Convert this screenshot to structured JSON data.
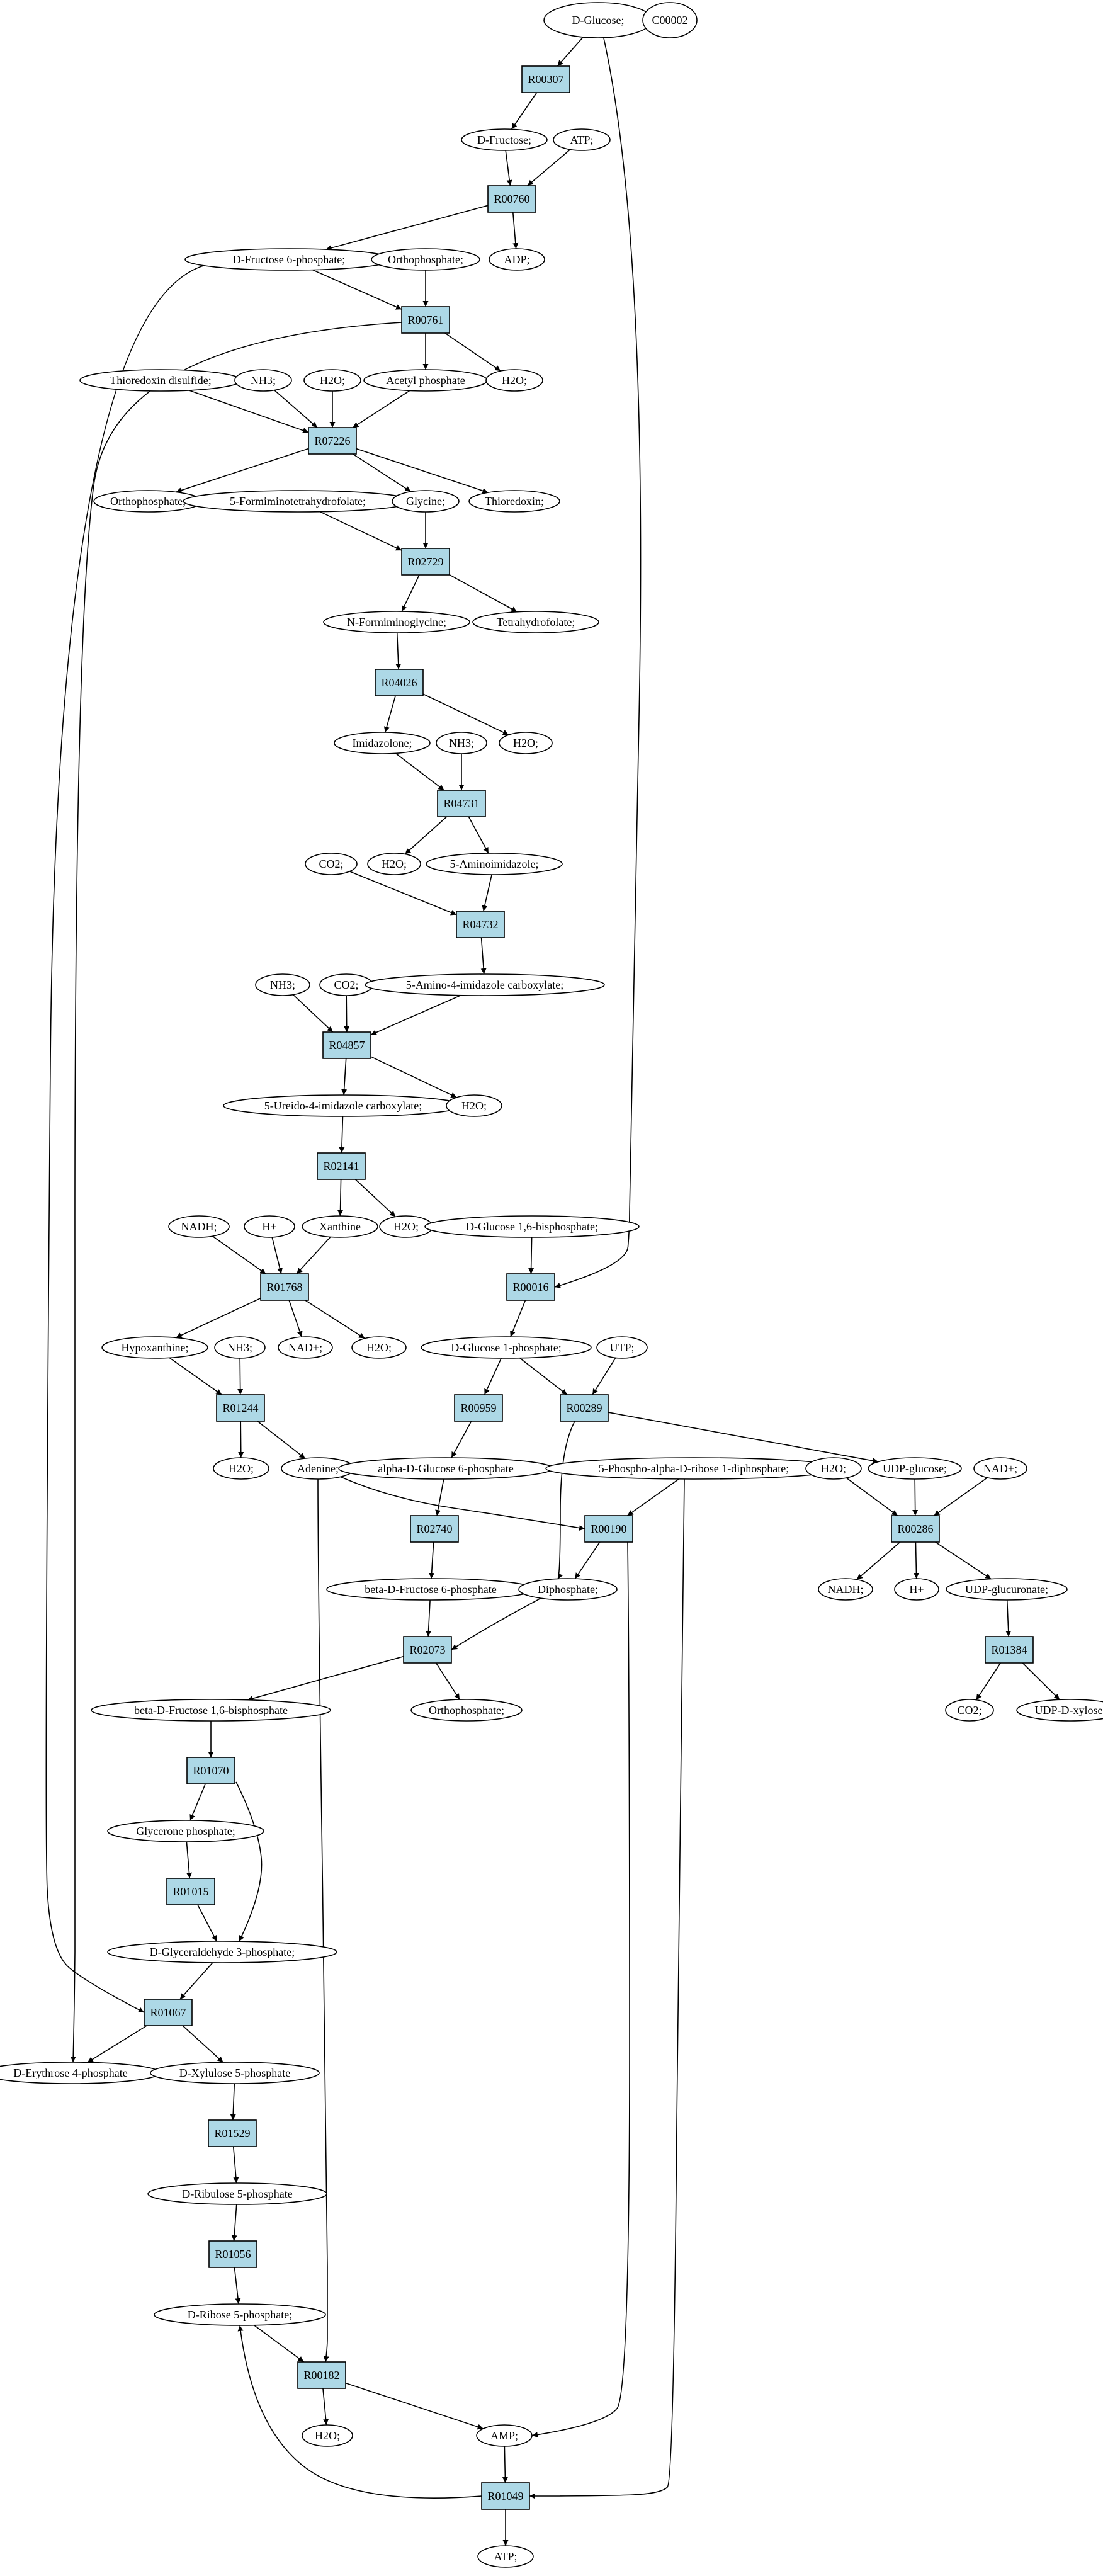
{
  "colors": {
    "reaction_fill": "#add8e6",
    "source_fill": "#00ee00",
    "tag_fill": "#ffff00",
    "compound_fill": "#ffffff",
    "stroke": "#000000"
  },
  "nodes": {
    "glucose": {
      "label": "D-Glucose;",
      "kind": "source"
    },
    "c00002": {
      "label": "C00002",
      "kind": "tag"
    },
    "R00307": {
      "label": "R00307",
      "kind": "reaction"
    },
    "fructose": {
      "label": "D-Fructose;",
      "kind": "compound"
    },
    "atp1": {
      "label": "ATP;",
      "kind": "compound"
    },
    "R00760": {
      "label": "R00760",
      "kind": "reaction"
    },
    "f6p": {
      "label": "D-Fructose 6-phosphate;",
      "kind": "compound"
    },
    "ortho1": {
      "label": "Orthophosphate;",
      "kind": "compound"
    },
    "adp": {
      "label": "ADP;",
      "kind": "compound"
    },
    "R00761": {
      "label": "R00761",
      "kind": "reaction"
    },
    "thio_dis": {
      "label": "Thioredoxin disulfide;",
      "kind": "compound"
    },
    "nh3_1": {
      "label": "NH3;",
      "kind": "compound"
    },
    "h2o_1": {
      "label": "H2O;",
      "kind": "compound"
    },
    "acetylp": {
      "label": "Acetyl phosphate",
      "kind": "compound"
    },
    "h2o_2": {
      "label": "H2O;",
      "kind": "compound"
    },
    "R07226": {
      "label": "R07226",
      "kind": "reaction"
    },
    "ortho2": {
      "label": "Orthophosphate;",
      "kind": "compound"
    },
    "formimino_thf": {
      "label": "5-Formiminotetrahydrofolate;",
      "kind": "compound"
    },
    "glycine": {
      "label": "Glycine;",
      "kind": "compound"
    },
    "thioredoxin": {
      "label": "Thioredoxin;",
      "kind": "compound"
    },
    "R02729": {
      "label": "R02729",
      "kind": "reaction"
    },
    "nfg": {
      "label": "N-Formiminoglycine;",
      "kind": "compound"
    },
    "thf": {
      "label": "Tetrahydrofolate;",
      "kind": "compound"
    },
    "R04026": {
      "label": "R04026",
      "kind": "reaction"
    },
    "imidazolone": {
      "label": "Imidazolone;",
      "kind": "compound"
    },
    "nh3_2": {
      "label": "NH3;",
      "kind": "compound"
    },
    "h2o_3": {
      "label": "H2O;",
      "kind": "compound"
    },
    "R04731": {
      "label": "R04731",
      "kind": "reaction"
    },
    "co2_1": {
      "label": "CO2;",
      "kind": "compound"
    },
    "h2o_4": {
      "label": "H2O;",
      "kind": "compound"
    },
    "aminoimid": {
      "label": "5-Aminoimidazole;",
      "kind": "compound"
    },
    "R04732": {
      "label": "R04732",
      "kind": "reaction"
    },
    "nh3_3": {
      "label": "NH3;",
      "kind": "compound"
    },
    "co2_2": {
      "label": "CO2;",
      "kind": "compound"
    },
    "aic": {
      "label": "5-Amino-4-imidazole carboxylate;",
      "kind": "compound"
    },
    "R04857": {
      "label": "R04857",
      "kind": "reaction"
    },
    "uic": {
      "label": "5-Ureido-4-imidazole carboxylate;",
      "kind": "compound"
    },
    "h2o_5": {
      "label": "H2O;",
      "kind": "compound"
    },
    "R02141": {
      "label": "R02141",
      "kind": "reaction"
    },
    "nadh1": {
      "label": "NADH;",
      "kind": "compound"
    },
    "hplus1": {
      "label": "H+",
      "kind": "compound"
    },
    "xanthine": {
      "label": "Xanthine",
      "kind": "compound"
    },
    "h2o_6": {
      "label": "H2O;",
      "kind": "compound"
    },
    "g16bp": {
      "label": "D-Glucose 1,6-bisphosphate;",
      "kind": "compound"
    },
    "R01768": {
      "label": "R01768",
      "kind": "reaction"
    },
    "R00016": {
      "label": "R00016",
      "kind": "reaction"
    },
    "hypox": {
      "label": "Hypoxanthine;",
      "kind": "compound"
    },
    "nh3_4": {
      "label": "NH3;",
      "kind": "compound"
    },
    "nadplus1": {
      "label": "NAD+;",
      "kind": "compound"
    },
    "h2o_7": {
      "label": "H2O;",
      "kind": "compound"
    },
    "g1p": {
      "label": "D-Glucose 1-phosphate;",
      "kind": "compound"
    },
    "utp": {
      "label": "UTP;",
      "kind": "compound"
    },
    "R01244": {
      "label": "R01244",
      "kind": "reaction"
    },
    "R00959": {
      "label": "R00959",
      "kind": "reaction"
    },
    "R00289": {
      "label": "R00289",
      "kind": "reaction"
    },
    "h2o_8": {
      "label": "H2O;",
      "kind": "compound"
    },
    "adenine": {
      "label": "Adenine;",
      "kind": "compound"
    },
    "ag6p": {
      "label": "alpha-D-Glucose 6-phosphate",
      "kind": "compound"
    },
    "prpp": {
      "label": "5-Phospho-alpha-D-ribose 1-diphosphate;",
      "kind": "compound"
    },
    "h2o_9": {
      "label": "H2O;",
      "kind": "compound"
    },
    "udpglc": {
      "label": "UDP-glucose;",
      "kind": "compound"
    },
    "nadplus2": {
      "label": "NAD+;",
      "kind": "compound"
    },
    "R02740": {
      "label": "R02740",
      "kind": "reaction"
    },
    "R00190": {
      "label": "R00190",
      "kind": "reaction"
    },
    "R00286": {
      "label": "R00286",
      "kind": "reaction"
    },
    "bf6p": {
      "label": "beta-D-Fructose 6-phosphate",
      "kind": "compound"
    },
    "diphos": {
      "label": "Diphosphate;",
      "kind": "compound"
    },
    "nadh2": {
      "label": "NADH;",
      "kind": "compound"
    },
    "hplus2": {
      "label": "H+",
      "kind": "compound"
    },
    "udpglcA": {
      "label": "UDP-glucuronate;",
      "kind": "compound"
    },
    "R02073": {
      "label": "R02073",
      "kind": "reaction"
    },
    "R01384": {
      "label": "R01384",
      "kind": "reaction"
    },
    "fbp": {
      "label": "beta-D-Fructose 1,6-bisphosphate",
      "kind": "compound"
    },
    "ortho3": {
      "label": "Orthophosphate;",
      "kind": "compound"
    },
    "co2_3": {
      "label": "CO2;",
      "kind": "compound"
    },
    "udpxyl": {
      "label": "UDP-D-xylose;",
      "kind": "compound"
    },
    "R01070": {
      "label": "R01070",
      "kind": "reaction"
    },
    "dhap": {
      "label": "Glycerone phosphate;",
      "kind": "compound"
    },
    "R01015": {
      "label": "R01015",
      "kind": "reaction"
    },
    "g3p": {
      "label": "D-Glyceraldehyde 3-phosphate;",
      "kind": "compound"
    },
    "R01067": {
      "label": "R01067",
      "kind": "reaction"
    },
    "e4p": {
      "label": "D-Erythrose 4-phosphate",
      "kind": "compound"
    },
    "xu5p": {
      "label": "D-Xylulose 5-phosphate",
      "kind": "compound"
    },
    "R01529": {
      "label": "R01529",
      "kind": "reaction"
    },
    "ru5p": {
      "label": "D-Ribulose 5-phosphate",
      "kind": "compound"
    },
    "R01056": {
      "label": "R01056",
      "kind": "reaction"
    },
    "r5p": {
      "label": "D-Ribose 5-phosphate;",
      "kind": "compound"
    },
    "R00182": {
      "label": "R00182",
      "kind": "reaction"
    },
    "h2o_10": {
      "label": "H2O;",
      "kind": "compound"
    },
    "amp": {
      "label": "AMP;",
      "kind": "compound"
    },
    "R01049": {
      "label": "R01049",
      "kind": "reaction"
    },
    "atp2": {
      "label": "ATP;",
      "kind": "compound"
    }
  },
  "edges": [
    [
      "glucose",
      "R00307"
    ],
    [
      "glucose",
      "R00016"
    ],
    [
      "R00307",
      "fructose"
    ],
    [
      "fructose",
      "R00760"
    ],
    [
      "atp1",
      "R00760"
    ],
    [
      "R00760",
      "f6p"
    ],
    [
      "R00760",
      "adp"
    ],
    [
      "f6p",
      "R00761"
    ],
    [
      "ortho1",
      "R00761"
    ],
    [
      "f6p",
      "R01067"
    ],
    [
      "R00761",
      "acetylp"
    ],
    [
      "R00761",
      "h2o_2"
    ],
    [
      "R00761",
      "e4p"
    ],
    [
      "thio_dis",
      "R07226"
    ],
    [
      "nh3_1",
      "R07226"
    ],
    [
      "h2o_1",
      "R07226"
    ],
    [
      "acetylp",
      "R07226"
    ],
    [
      "R07226",
      "ortho2"
    ],
    [
      "R07226",
      "glycine"
    ],
    [
      "R07226",
      "thioredoxin"
    ],
    [
      "formimino_thf",
      "R02729"
    ],
    [
      "glycine",
      "R02729"
    ],
    [
      "R02729",
      "nfg"
    ],
    [
      "R02729",
      "thf"
    ],
    [
      "nfg",
      "R04026"
    ],
    [
      "R04026",
      "imidazolone"
    ],
    [
      "R04026",
      "h2o_3"
    ],
    [
      "imidazolone",
      "R04731"
    ],
    [
      "nh3_2",
      "R04731"
    ],
    [
      "R04731",
      "h2o_4"
    ],
    [
      "R04731",
      "aminoimid"
    ],
    [
      "co2_1",
      "R04732"
    ],
    [
      "aminoimid",
      "R04732"
    ],
    [
      "R04732",
      "aic"
    ],
    [
      "nh3_3",
      "R04857"
    ],
    [
      "co2_2",
      "R04857"
    ],
    [
      "aic",
      "R04857"
    ],
    [
      "R04857",
      "uic"
    ],
    [
      "R04857",
      "h2o_5"
    ],
    [
      "uic",
      "R02141"
    ],
    [
      "R02141",
      "xanthine"
    ],
    [
      "R02141",
      "h2o_6"
    ],
    [
      "nadh1",
      "R01768"
    ],
    [
      "hplus1",
      "R01768"
    ],
    [
      "xanthine",
      "R01768"
    ],
    [
      "R01768",
      "hypox"
    ],
    [
      "R01768",
      "nadplus1"
    ],
    [
      "R01768",
      "h2o_7"
    ],
    [
      "g16bp",
      "R00016"
    ],
    [
      "R00016",
      "g1p"
    ],
    [
      "hypox",
      "R01244"
    ],
    [
      "nh3_4",
      "R01244"
    ],
    [
      "R01244",
      "h2o_8"
    ],
    [
      "R01244",
      "adenine"
    ],
    [
      "g1p",
      "R00959"
    ],
    [
      "g1p",
      "R00289"
    ],
    [
      "utp",
      "R00289"
    ],
    [
      "R00959",
      "ag6p"
    ],
    [
      "R00289",
      "diphos"
    ],
    [
      "R00289",
      "udpglc"
    ],
    [
      "adenine",
      "R00190"
    ],
    [
      "prpp",
      "R00190"
    ],
    [
      "adenine",
      "R00182"
    ],
    [
      "prpp",
      "R01049"
    ],
    [
      "h2o_9",
      "R00286"
    ],
    [
      "udpglc",
      "R00286"
    ],
    [
      "nadplus2",
      "R00286"
    ],
    [
      "R00286",
      "nadh2"
    ],
    [
      "R00286",
      "hplus2"
    ],
    [
      "R00286",
      "udpglcA"
    ],
    [
      "ag6p",
      "R02740"
    ],
    [
      "R02740",
      "bf6p"
    ],
    [
      "R00190",
      "diphos"
    ],
    [
      "R00190",
      "amp"
    ],
    [
      "udpglcA",
      "R01384"
    ],
    [
      "R01384",
      "co2_3"
    ],
    [
      "R01384",
      "udpxyl"
    ],
    [
      "bf6p",
      "R02073"
    ],
    [
      "diphos",
      "R02073"
    ],
    [
      "R02073",
      "fbp"
    ],
    [
      "R02073",
      "ortho3"
    ],
    [
      "fbp",
      "R01070"
    ],
    [
      "R01070",
      "dhap"
    ],
    [
      "R01070",
      "g3p"
    ],
    [
      "dhap",
      "R01015"
    ],
    [
      "R01015",
      "g3p"
    ],
    [
      "g3p",
      "R01067"
    ],
    [
      "R01067",
      "e4p"
    ],
    [
      "R01067",
      "xu5p"
    ],
    [
      "xu5p",
      "R01529"
    ],
    [
      "R01529",
      "ru5p"
    ],
    [
      "ru5p",
      "R01056"
    ],
    [
      "R01056",
      "r5p"
    ],
    [
      "r5p",
      "R00182"
    ],
    [
      "R00182",
      "h2o_10"
    ],
    [
      "R00182",
      "amp"
    ],
    [
      "amp",
      "R01049"
    ],
    [
      "R01049",
      "r5p"
    ],
    [
      "R01049",
      "atp2"
    ]
  ]
}
